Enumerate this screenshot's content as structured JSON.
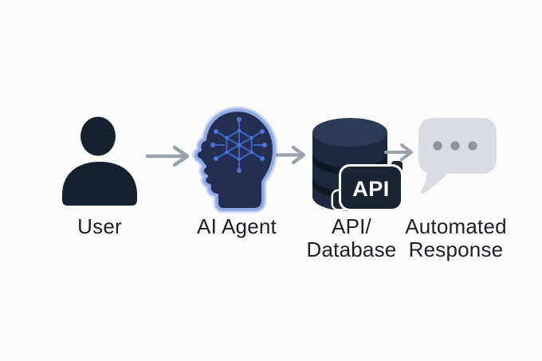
{
  "diagram": {
    "type": "flow",
    "background_color": "#fcfcfd",
    "text_color": "#1c1f26",
    "arrow_color": "#99a1ab",
    "nodes": [
      {
        "id": "user",
        "icon": "person-icon",
        "lines": [
          "User"
        ],
        "icon_color": "#17202f"
      },
      {
        "id": "ai-agent",
        "icon": "ai-brain-head-icon",
        "lines": [
          "AI Agent"
        ],
        "icon_fill": "#232e52",
        "icon_outline": "#94aae6",
        "network_color": "#3e64c8"
      },
      {
        "id": "api-database",
        "icon": "database-icon",
        "lines": [
          "API/",
          "Database"
        ],
        "icon_fill": "#1e2940",
        "icon_top_fill": "#2d3b58",
        "badge_label": "API",
        "badge_fill": "#1b2433",
        "badge_text_color": "#ffffff"
      },
      {
        "id": "automated-response",
        "icon": "chat-bubble-icon",
        "lines": [
          "Automated",
          "Response"
        ],
        "icon_fill": "#d9dde3",
        "dot_color": "#8d949e"
      }
    ],
    "connections": [
      {
        "from": "user",
        "to": "ai-agent"
      },
      {
        "from": "ai-agent",
        "to": "api-database"
      },
      {
        "from": "api-database",
        "to": "automated-response"
      }
    ]
  }
}
